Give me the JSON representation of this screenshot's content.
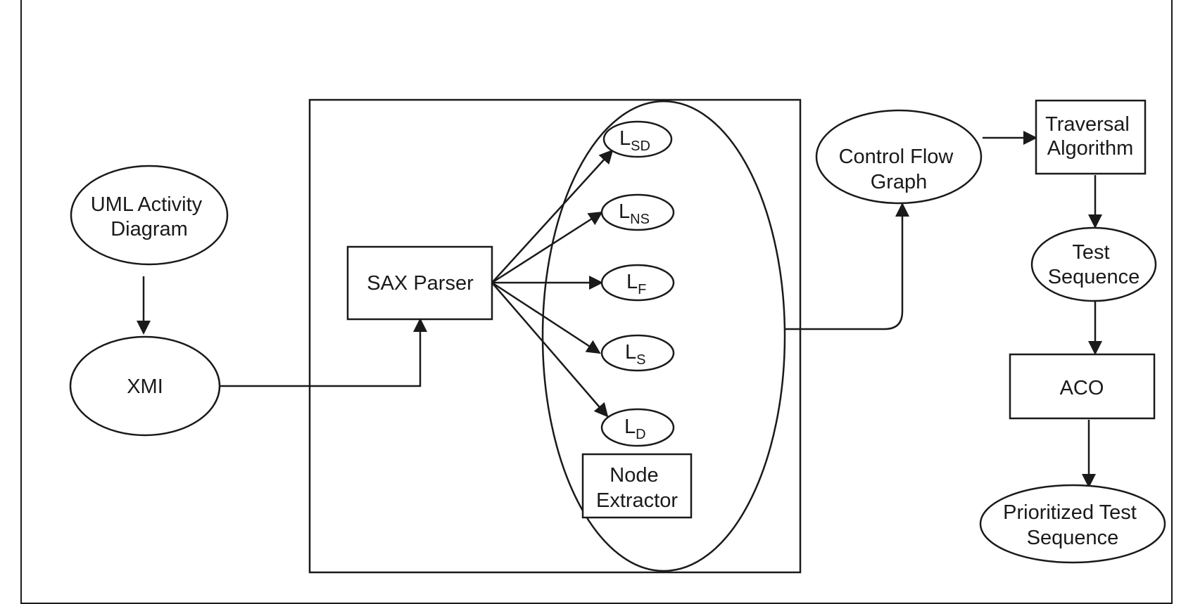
{
  "nodes": {
    "uml_activity_diagram": {
      "lines": [
        "UML Activity",
        "Diagram"
      ]
    },
    "xmi": {
      "lines": [
        "XMI"
      ]
    },
    "sax_parser": {
      "lines": [
        "SAX Parser"
      ]
    },
    "l_sd": {
      "base": "L",
      "sub": "SD"
    },
    "l_ns": {
      "base": "L",
      "sub": "NS"
    },
    "l_f": {
      "base": "L",
      "sub": "F"
    },
    "l_s": {
      "base": "L",
      "sub": "S"
    },
    "l_d": {
      "base": "L",
      "sub": "D"
    },
    "node_extractor": {
      "lines": [
        "Node",
        "Extractor"
      ]
    },
    "control_flow_graph": {
      "lines": [
        "Control Flow",
        "Graph"
      ]
    },
    "traversal_algorithm": {
      "lines": [
        "Traversal",
        "Algorithm"
      ]
    },
    "test_sequence": {
      "lines": [
        "Test",
        "Sequence"
      ]
    },
    "aco": {
      "lines": [
        "ACO"
      ]
    },
    "prioritized_test_sequence": {
      "lines": [
        "Prioritized Test",
        "Sequence"
      ]
    }
  }
}
